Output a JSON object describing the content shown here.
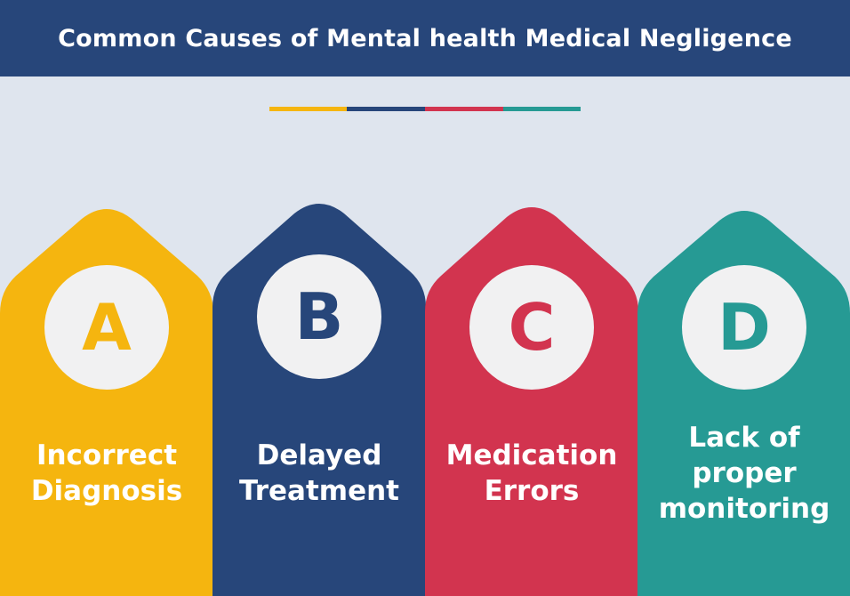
{
  "header": {
    "title": "Common Causes of Mental health Medical Negligence",
    "background": "#27467a"
  },
  "divider": {
    "colors": [
      "#f5b50f",
      "#27467a",
      "#d2344f",
      "#269a94"
    ]
  },
  "cards": [
    {
      "letter": "A",
      "lines": [
        "Incorrect",
        "Diagnosis"
      ],
      "color": "#f5b50f",
      "icon": "circle-badge"
    },
    {
      "letter": "B",
      "lines": [
        "Delayed",
        "Treatment"
      ],
      "color": "#27467a",
      "icon": "circle-badge"
    },
    {
      "letter": "C",
      "lines": [
        "Medication",
        "Errors"
      ],
      "color": "#d2344f",
      "icon": "circle-badge"
    },
    {
      "letter": "D",
      "lines": [
        "Lack of",
        "proper",
        "monitoring"
      ],
      "color": "#269a94",
      "icon": "circle-badge"
    }
  ]
}
